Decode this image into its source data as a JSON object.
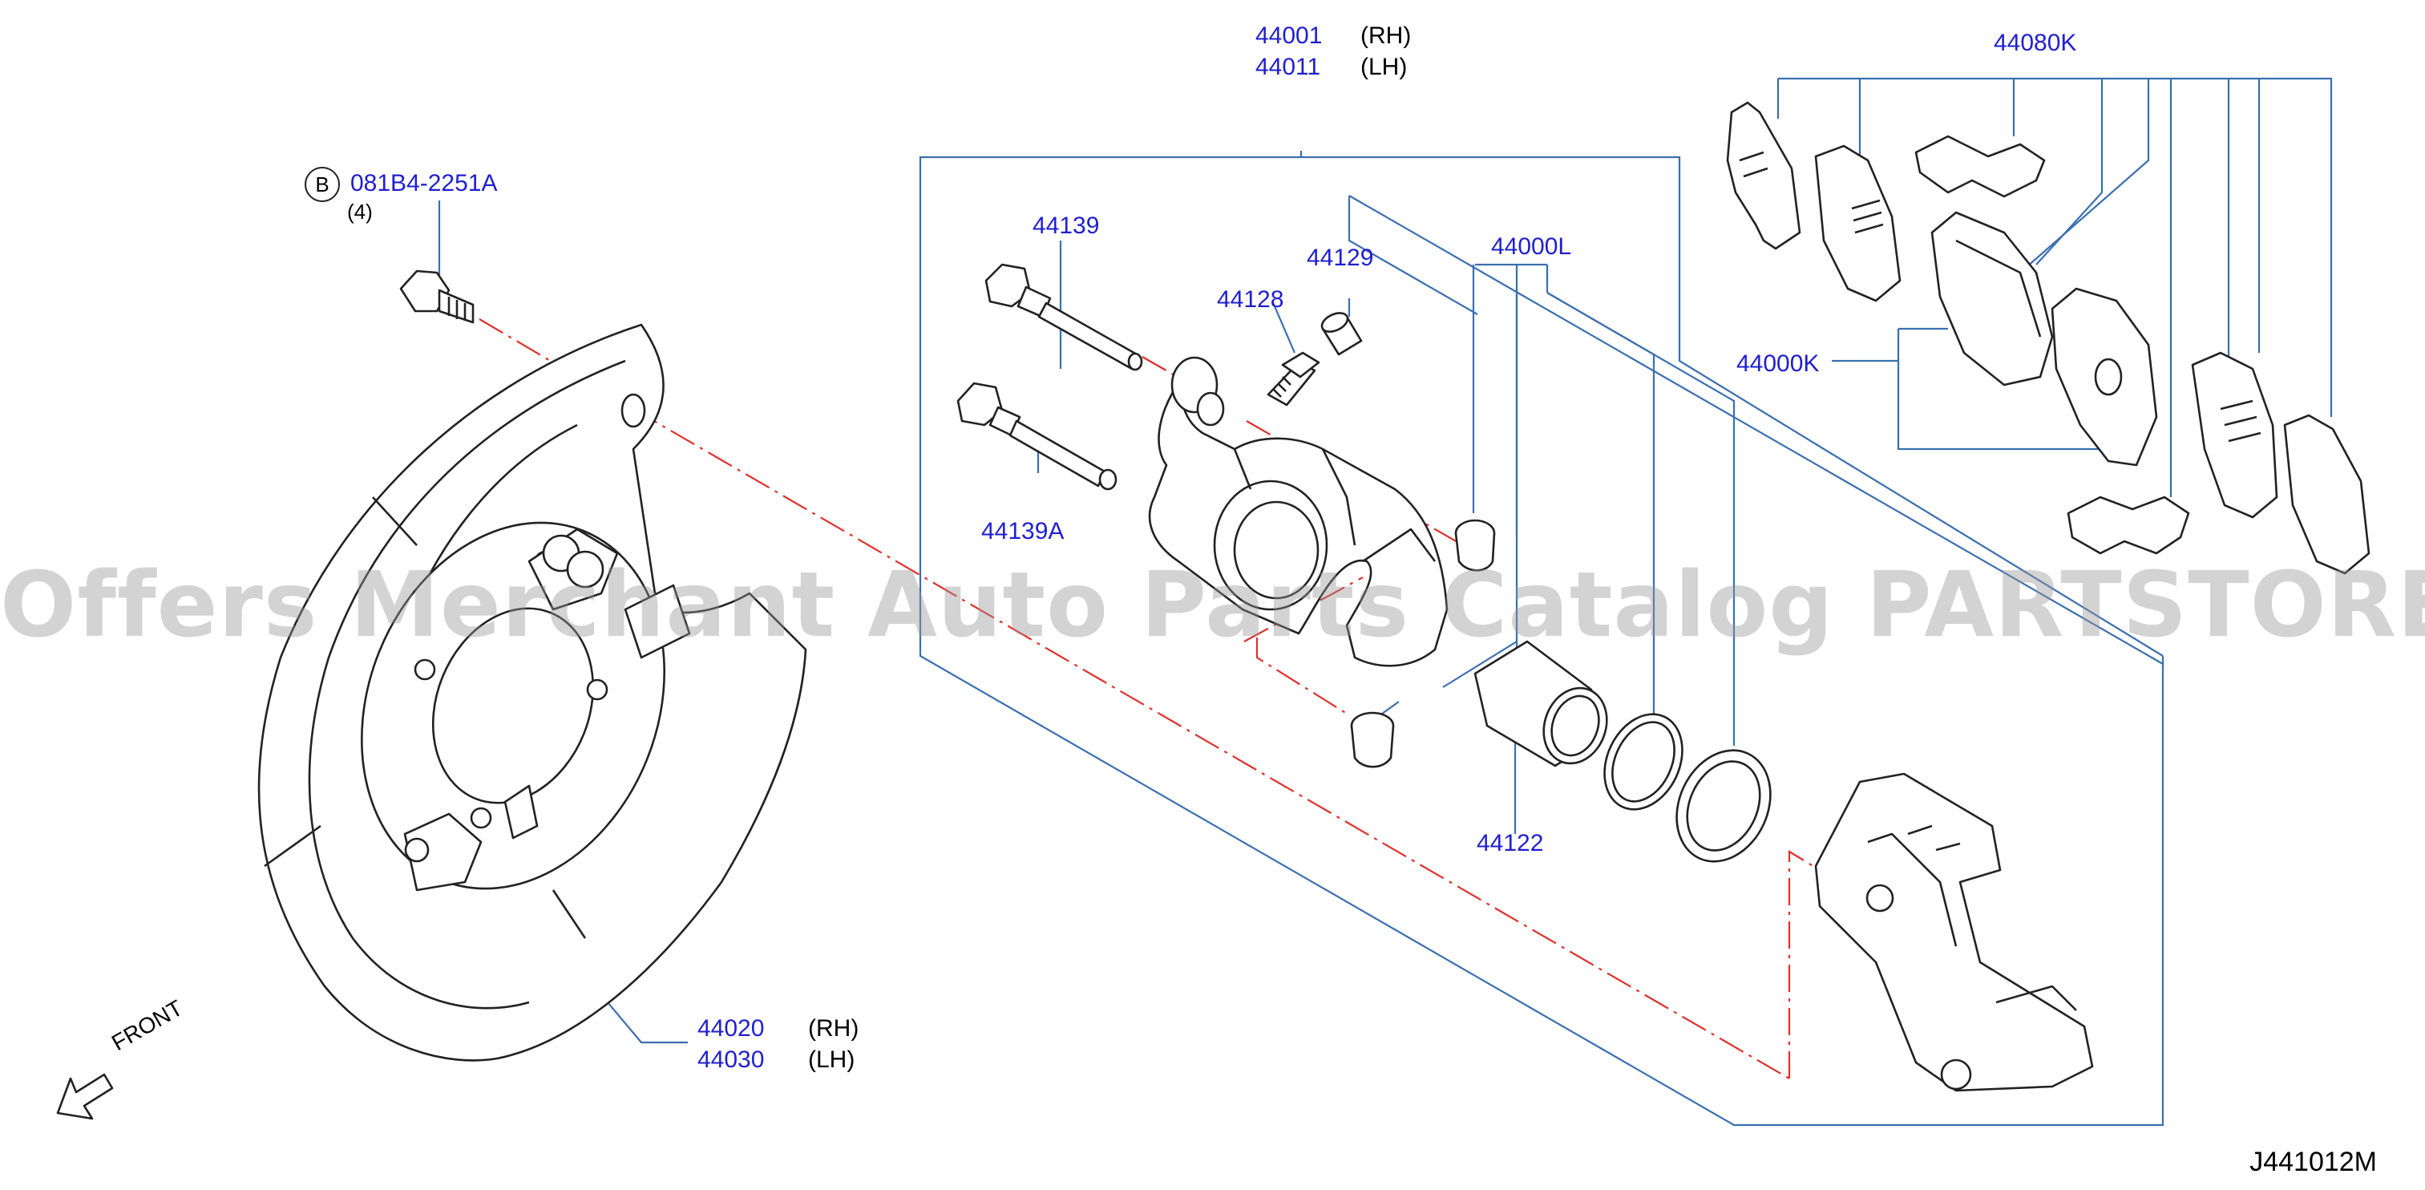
{
  "colors": {
    "callout": "#1f1fd0",
    "leader": "#3a6fb0",
    "centerline": "#e0302a",
    "ink": "#222222",
    "watermark": "#969696"
  },
  "bolt_callout": {
    "bubble": "B",
    "part": "081B4-2251A",
    "qty": "(4)"
  },
  "parts": {
    "p44001": "44001",
    "p44011": "44011",
    "p44080K": "44080K",
    "p44139": "44139",
    "p44129": "44129",
    "p44000L": "44000L",
    "p44128": "44128",
    "p44000K": "44000K",
    "p44139A": "44139A",
    "p44122": "44122",
    "p44020": "44020",
    "p44030": "44030"
  },
  "sides": {
    "rh1": "(RH)",
    "lh1": "(LH)",
    "rh2": "(RH)",
    "lh2": "(LH)"
  },
  "front_label": "FRONT",
  "watermark": "Offers Merchant Auto Parts Catalog PARTSTORE.SA",
  "diagram_code": "J441012M",
  "icons": {
    "direction": "front-arrow-icon"
  }
}
